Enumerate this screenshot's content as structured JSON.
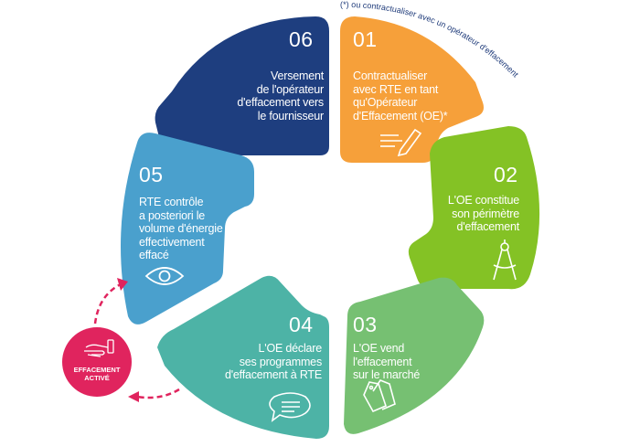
{
  "colors": {
    "seg01": "#f6a03a",
    "seg02": "#84c225",
    "seg03": "#76c072",
    "seg04": "#4db3a6",
    "seg05": "#4aa0cd",
    "seg06": "#1e3e7f",
    "badge": "#e0245e",
    "note": "#1f3b7a"
  },
  "footnote": "(*) ou contractualiser avec un opérateur d'effacement",
  "steps": [
    {
      "id": "01",
      "number": "01",
      "lines": [
        "Contractualiser",
        "avec RTE en tant",
        "qu'Opérateur",
        "d'Effacement      (OE)*"
      ],
      "icon": "pen-document-icon"
    },
    {
      "id": "02",
      "number": "02",
      "lines": [
        "L'OE constitue",
        "son périmètre",
        "d'effacement"
      ],
      "icon": "compass-icon"
    },
    {
      "id": "03",
      "number": "03",
      "lines": [
        "L'OE vend",
        "l'effacement",
        "sur le marché"
      ],
      "icon": "price-tags-icon"
    },
    {
      "id": "04",
      "number": "04",
      "lines": [
        "L'OE déclare",
        "ses programmes",
        "d'effacement à RTE"
      ],
      "icon": "speech-bubble-icon"
    },
    {
      "id": "05",
      "number": "05",
      "lines": [
        "RTE contrôle",
        "a posteriori le",
        "volume d'énergie",
        "effectivement",
        "effacé"
      ],
      "icon": "eye-icon"
    },
    {
      "id": "06",
      "number": "06",
      "lines": [
        "Versement",
        "de l'opérateur",
        "d'effacement vers",
        "le fournisseur"
      ],
      "icon": null
    }
  ],
  "badge": {
    "lines": [
      "EFFACEMENT",
      "ACTIVÉ"
    ],
    "icon": "hand-switch-icon"
  }
}
